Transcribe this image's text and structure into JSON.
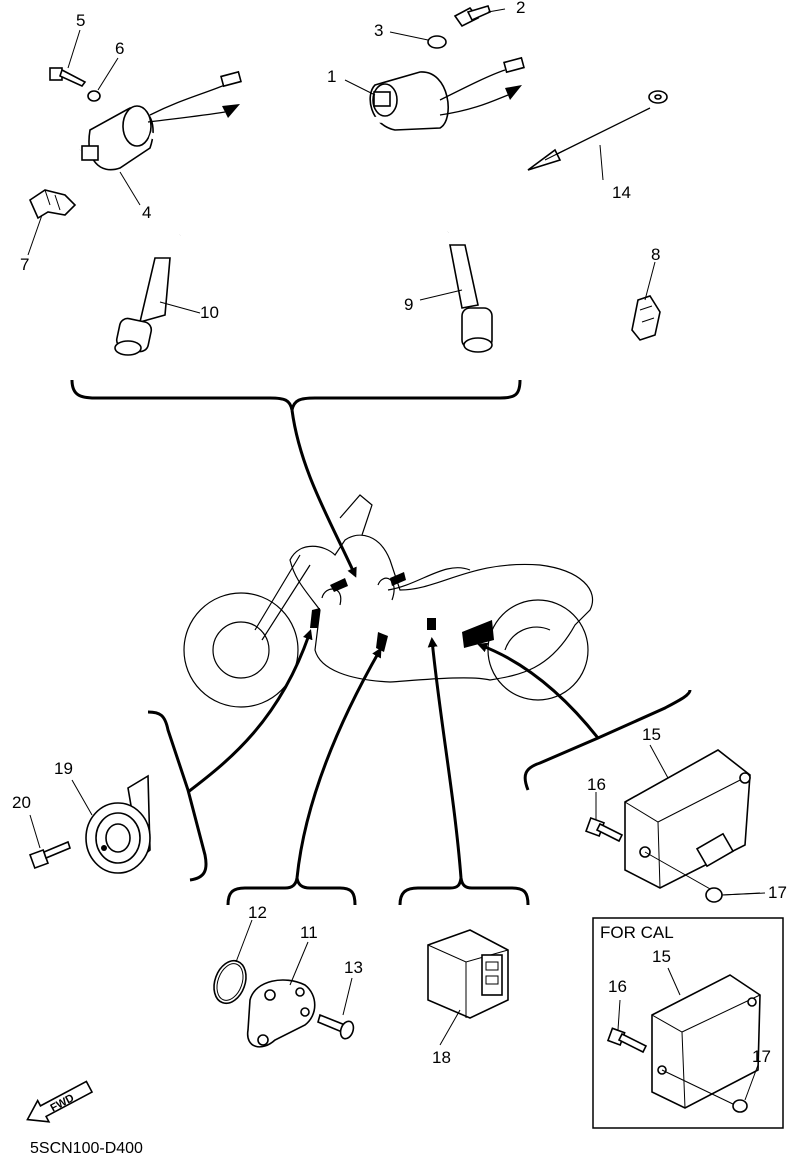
{
  "diagram": {
    "drawing_code": "5SCN100-D400",
    "fwd_label": "FWD",
    "inset_title": "FOR CAL",
    "callouts": {
      "c1": "1",
      "c2": "2",
      "c3": "3",
      "c4": "4",
      "c5": "5",
      "c6": "6",
      "c7": "7",
      "c8": "8",
      "c9": "9",
      "c10": "10",
      "c11": "11",
      "c12": "12",
      "c13": "13",
      "c14": "14",
      "c15": "15",
      "c16": "16",
      "c17": "17",
      "c18": "18",
      "c19": "19",
      "c20": "20",
      "c15b": "15",
      "c16b": "16",
      "c17b": "17"
    }
  }
}
